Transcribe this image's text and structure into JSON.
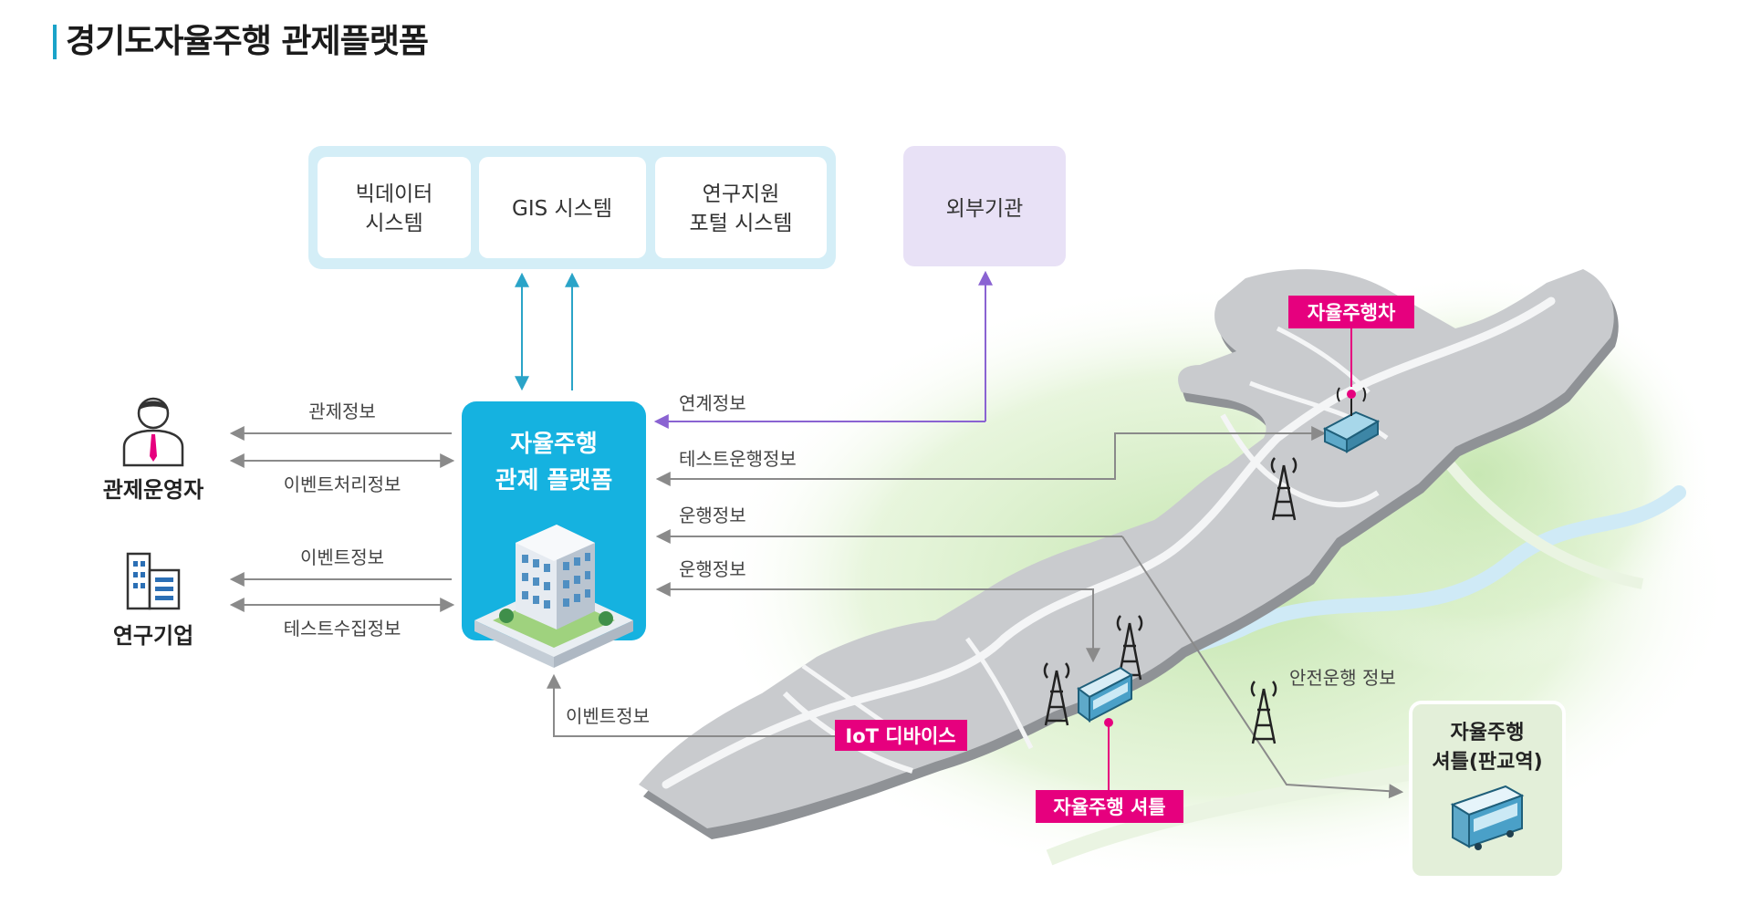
{
  "page": {
    "title": "경기도자율주행 관제플랫폼"
  },
  "systems": {
    "bigdata": [
      "빅데이터",
      "시스템"
    ],
    "gis": "GIS 시스템",
    "portal": [
      "연구지원",
      "포털 시스템"
    ],
    "external": "외부기관"
  },
  "platform": {
    "lines": [
      "자율주행",
      "관제 플랫폼"
    ]
  },
  "actors": {
    "operator": "관제운영자",
    "company": "연구기업"
  },
  "flows": {
    "control_info": "관제정보",
    "event_processing_info": "이벤트처리정보",
    "event_info": "이벤트정보",
    "test_collect_info": "테스트수집정보",
    "link_info": "연계정보",
    "test_drive_info": "테스트운행정보",
    "drive_info_1": "운행정보",
    "drive_info_2": "운행정보",
    "event_info_bottom": "이벤트정보",
    "safe_drive_info": "안전운행 정보"
  },
  "tags": {
    "av_car": "자율주행차",
    "iot_device": "IoT 디바이스",
    "av_shuttle": "자율주행 셔틀",
    "station_shuttle": [
      "자율주행",
      "셔틀(판교역)"
    ]
  },
  "colors": {
    "accent": "#1aa3c9",
    "platform": "#15b2e0",
    "system_frame": "#d4eef7",
    "external": "#e8e1f6",
    "tag": "#e6007e",
    "arrow_gray": "#8a8a8a",
    "arrow_blue": "#2aa4c8",
    "arrow_purple": "#8a63d2"
  }
}
